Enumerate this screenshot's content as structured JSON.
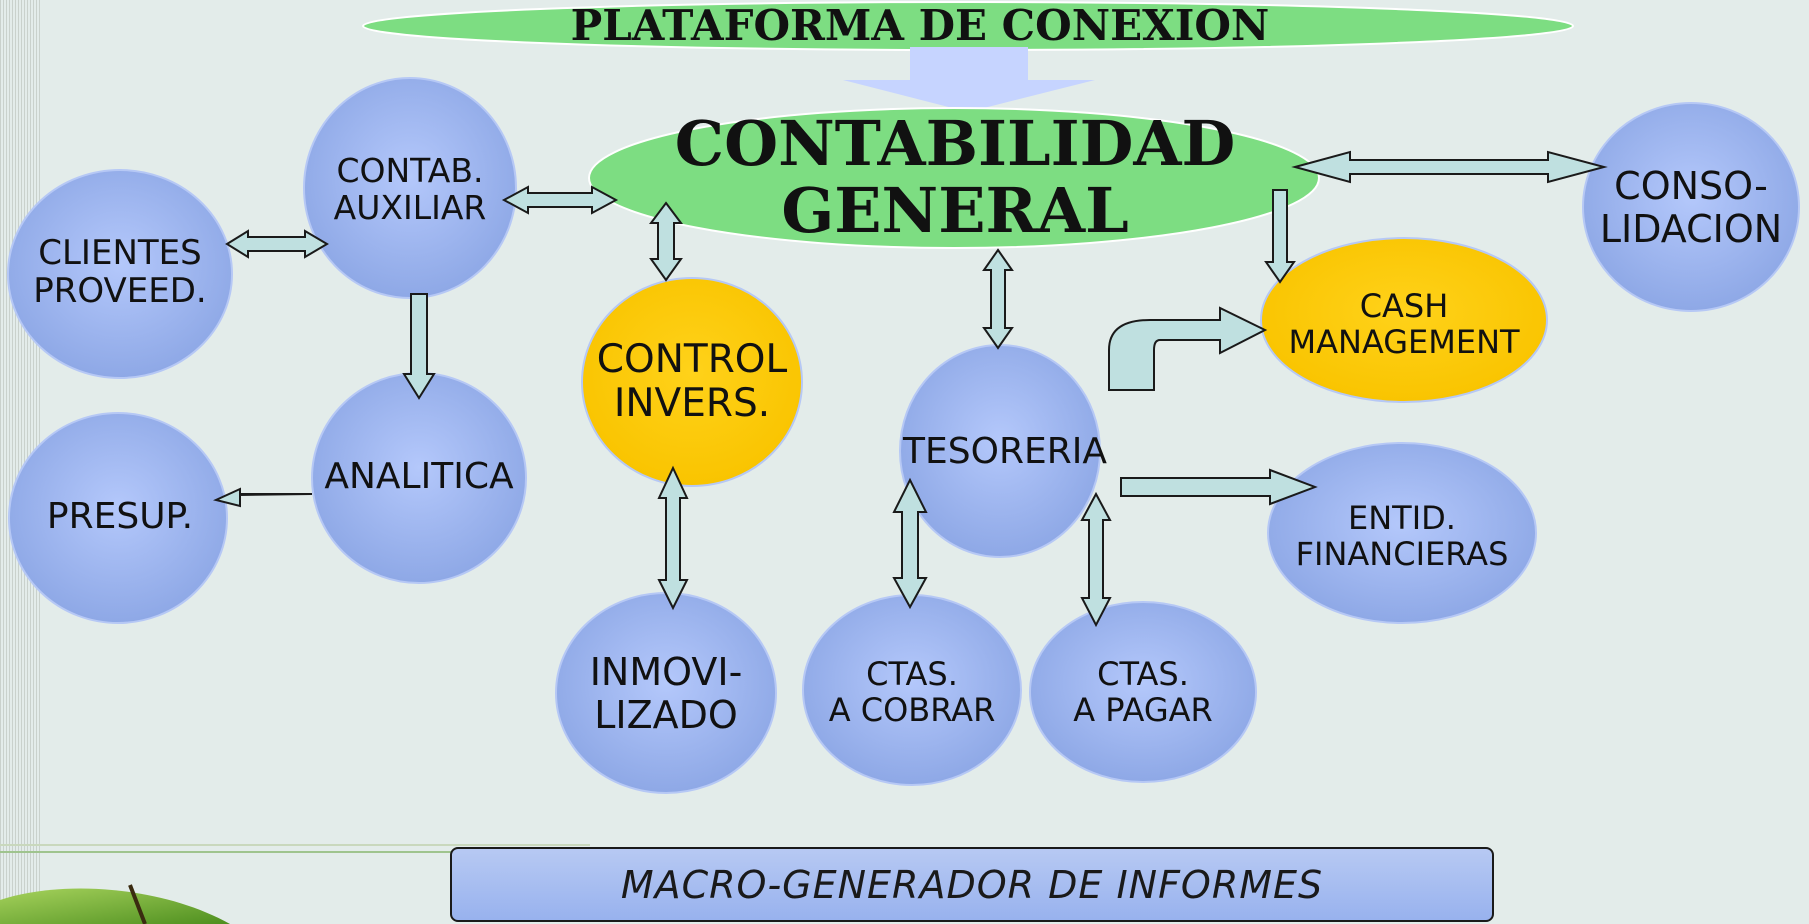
{
  "diagram": {
    "title": "PLATAFORMA DE CONEXION",
    "center": "CONTABILIDAD\nGENERAL",
    "nodes": {
      "contab_auxiliar": "CONTAB.\nAUXILIAR",
      "clientes": "CLIENTES\nPROVEED.",
      "analitica": "ANALITICA",
      "presup": "PRESUP.",
      "control_invers": "CONTROL\nINVERS.",
      "inmovilizado": "INMOVI-\nLIZADO",
      "tesoreria": "TESORERIA",
      "ctas_cobrar": "CTAS.\nA COBRAR",
      "ctas_pagar": "CTAS.\nA PAGAR",
      "entid_financieras": "ENTID.\nFINANCIERAS",
      "cash_management": "CASH\nMANAGEMENT",
      "consolidacion": "CONSO-\nLIDACION"
    },
    "footer": "MACRO-GENERADOR DE INFORMES"
  },
  "colors": {
    "background": "#e3ecea",
    "title_green": "#7ddd82",
    "circle_blue": "#9bb3ee",
    "circle_yellow": "#fecb00",
    "arrow_fill": "#bfe0e0",
    "footer_fill": "#a6bcef"
  }
}
